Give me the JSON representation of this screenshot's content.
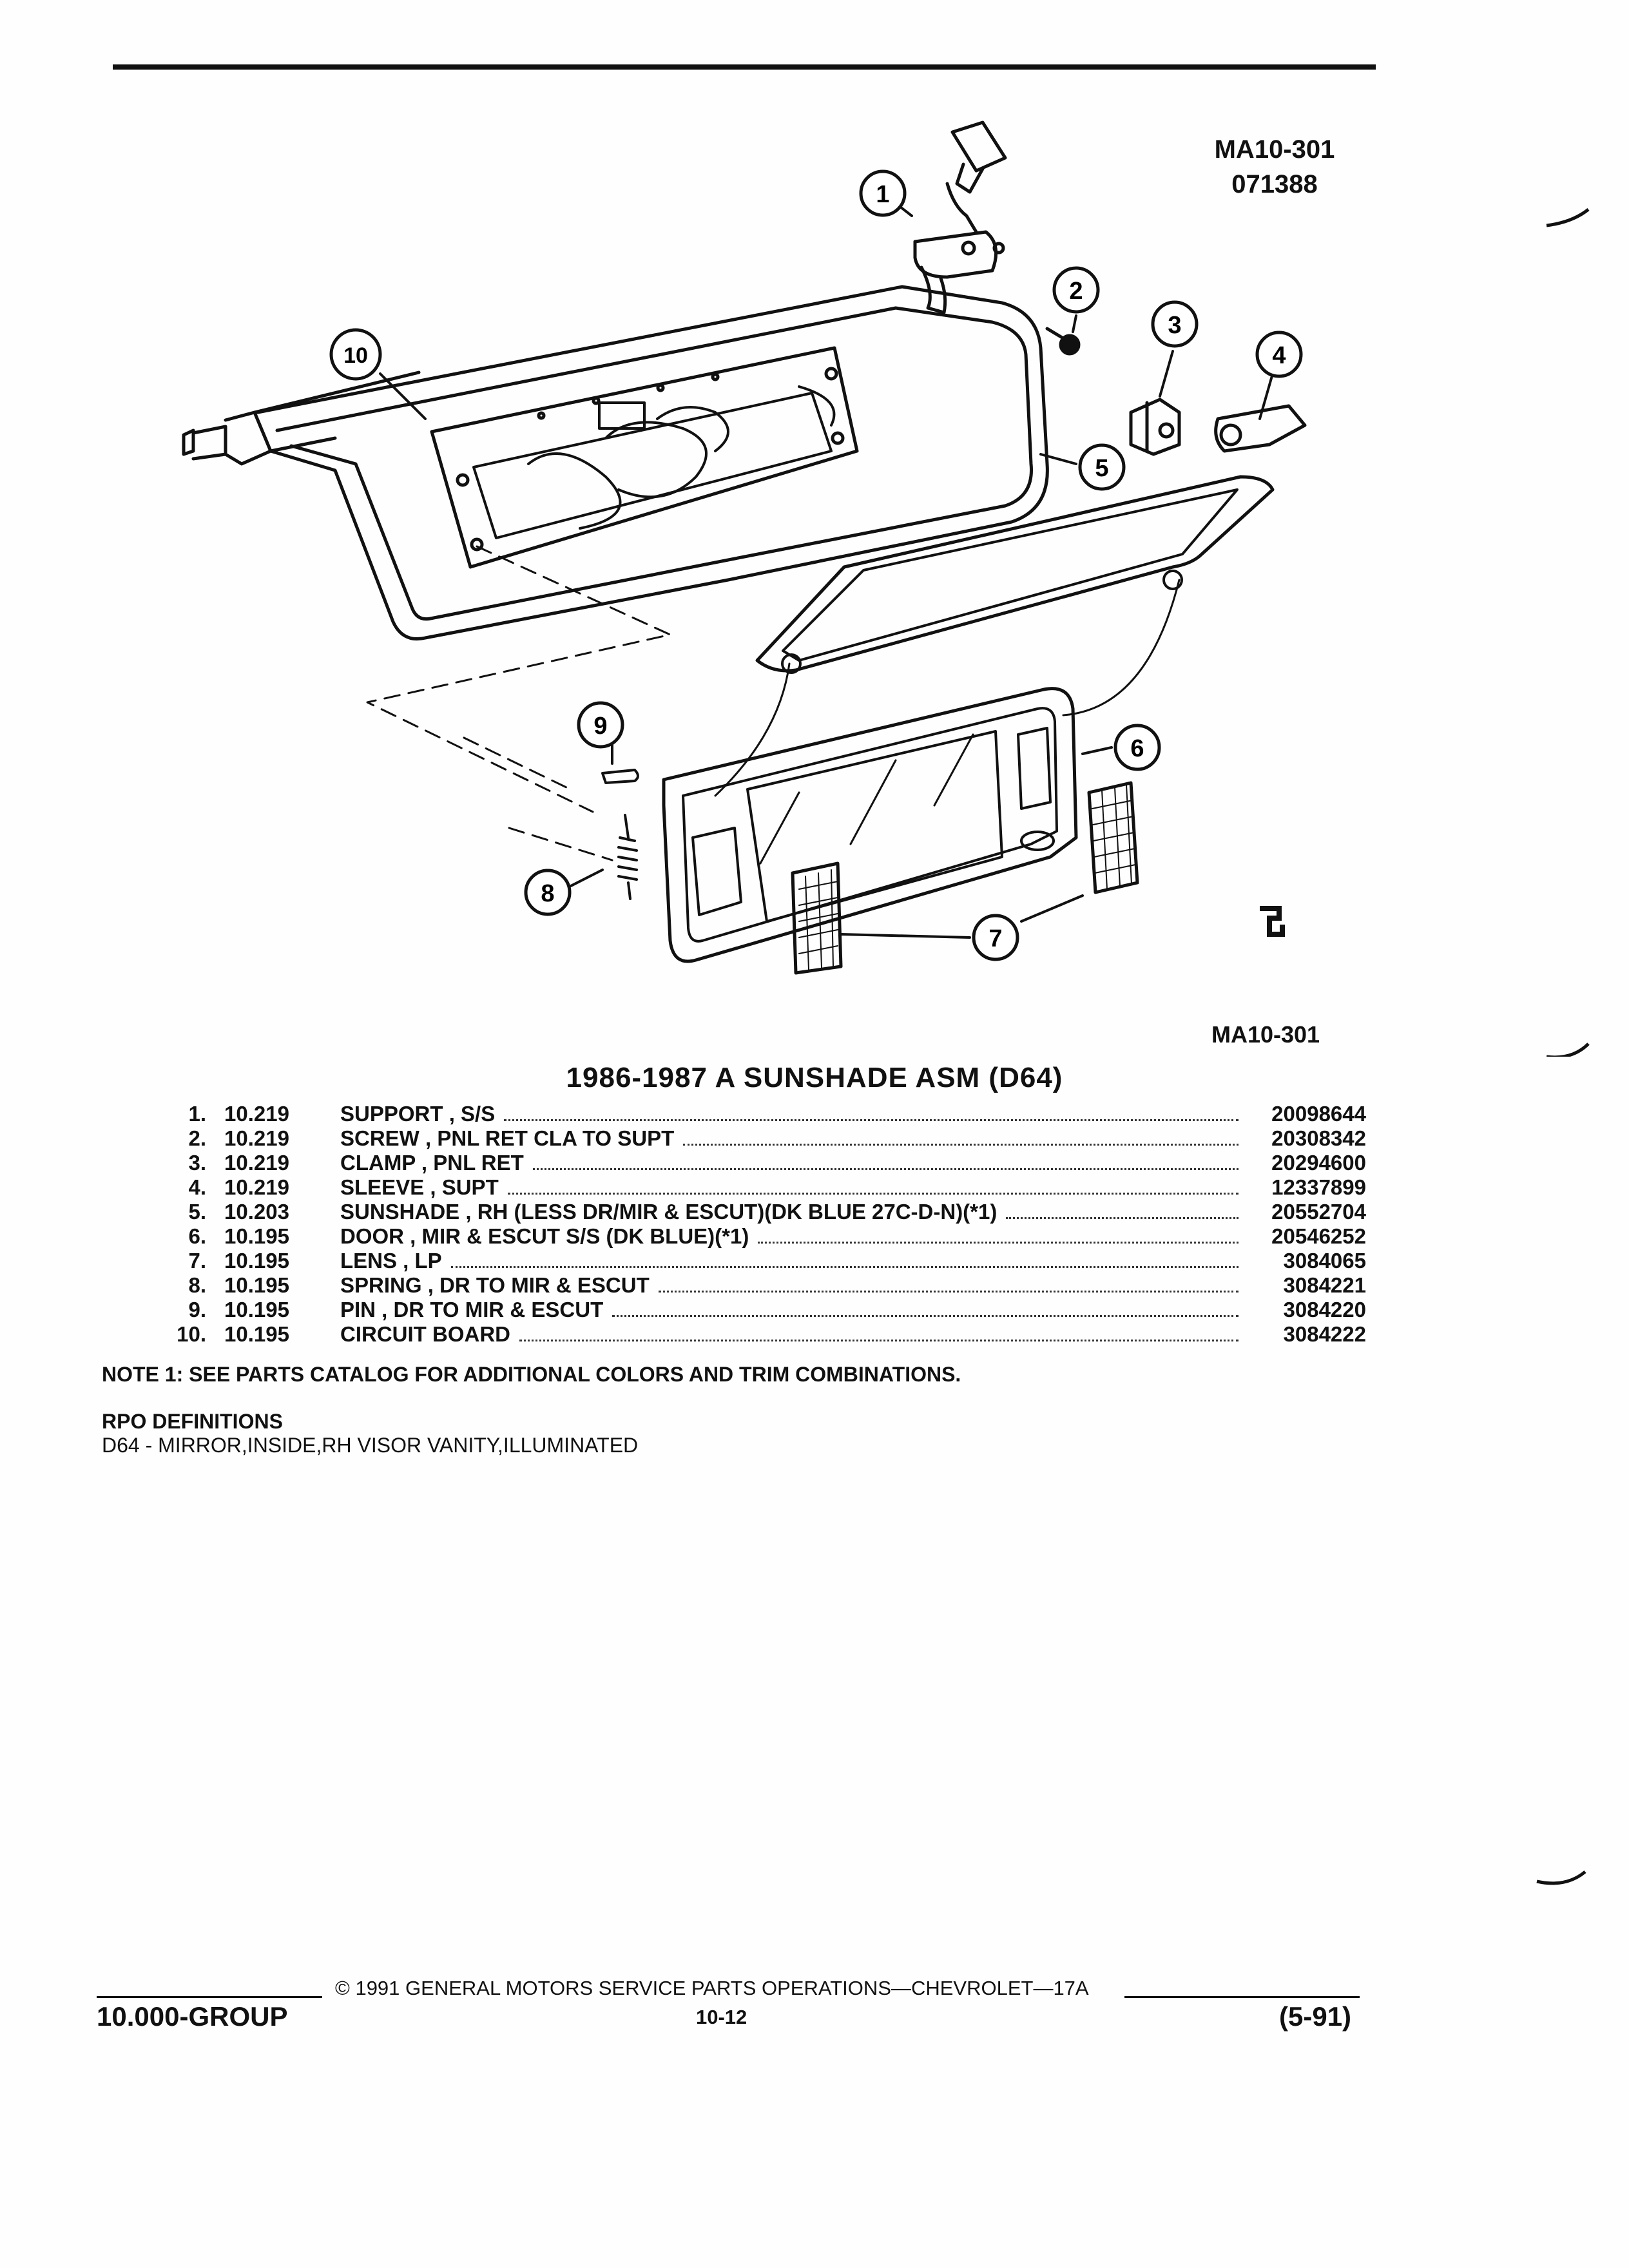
{
  "figure": {
    "code": "MA10-301",
    "date_code": "071388",
    "caption_code": "MA10-301"
  },
  "title": "1986-1987 A SUNSHADE ASM (D64)",
  "callouts": [
    "1",
    "2",
    "3",
    "4",
    "5",
    "6",
    "7",
    "8",
    "9",
    "10"
  ],
  "parts": [
    {
      "num": "1.",
      "section": "10.219",
      "desc": "SUPPORT , S/S",
      "part": "20098644"
    },
    {
      "num": "2.",
      "section": "10.219",
      "desc": "SCREW , PNL RET CLA TO SUPT",
      "part": "20308342"
    },
    {
      "num": "3.",
      "section": "10.219",
      "desc": "CLAMP , PNL RET",
      "part": "20294600"
    },
    {
      "num": "4.",
      "section": "10.219",
      "desc": "SLEEVE , SUPT",
      "part": "12337899"
    },
    {
      "num": "5.",
      "section": "10.203",
      "desc": "SUNSHADE , RH (LESS DR/MIR & ESCUT)(DK BLUE 27C-D-N)(*1)",
      "part": "20552704"
    },
    {
      "num": "6.",
      "section": "10.195",
      "desc": "DOOR , MIR & ESCUT S/S (DK BLUE)(*1)",
      "part": "20546252"
    },
    {
      "num": "7.",
      "section": "10.195",
      "desc": "LENS , LP",
      "part": "3084065"
    },
    {
      "num": "8.",
      "section": "10.195",
      "desc": "SPRING , DR TO MIR & ESCUT",
      "part": "3084221"
    },
    {
      "num": "9.",
      "section": "10.195",
      "desc": "PIN , DR TO MIR & ESCUT",
      "part": "3084220"
    },
    {
      "num": "10.",
      "section": "10.195",
      "desc": "CIRCUIT BOARD",
      "part": "3084222"
    }
  ],
  "note": "NOTE  1:  SEE PARTS CATALOG FOR ADDITIONAL COLORS AND TRIM COMBINATIONS.",
  "rpo": {
    "heading": "RPO DEFINITIONS",
    "definition": "D64 - MIRROR,INSIDE,RH VISOR VANITY,ILLUMINATED"
  },
  "footer": {
    "copyright": "©  1991  GENERAL MOTORS SERVICE PARTS OPERATIONS—CHEVROLET—17A",
    "group": "10.000-GROUP",
    "page": "10-12",
    "revision": "(5-91)"
  }
}
